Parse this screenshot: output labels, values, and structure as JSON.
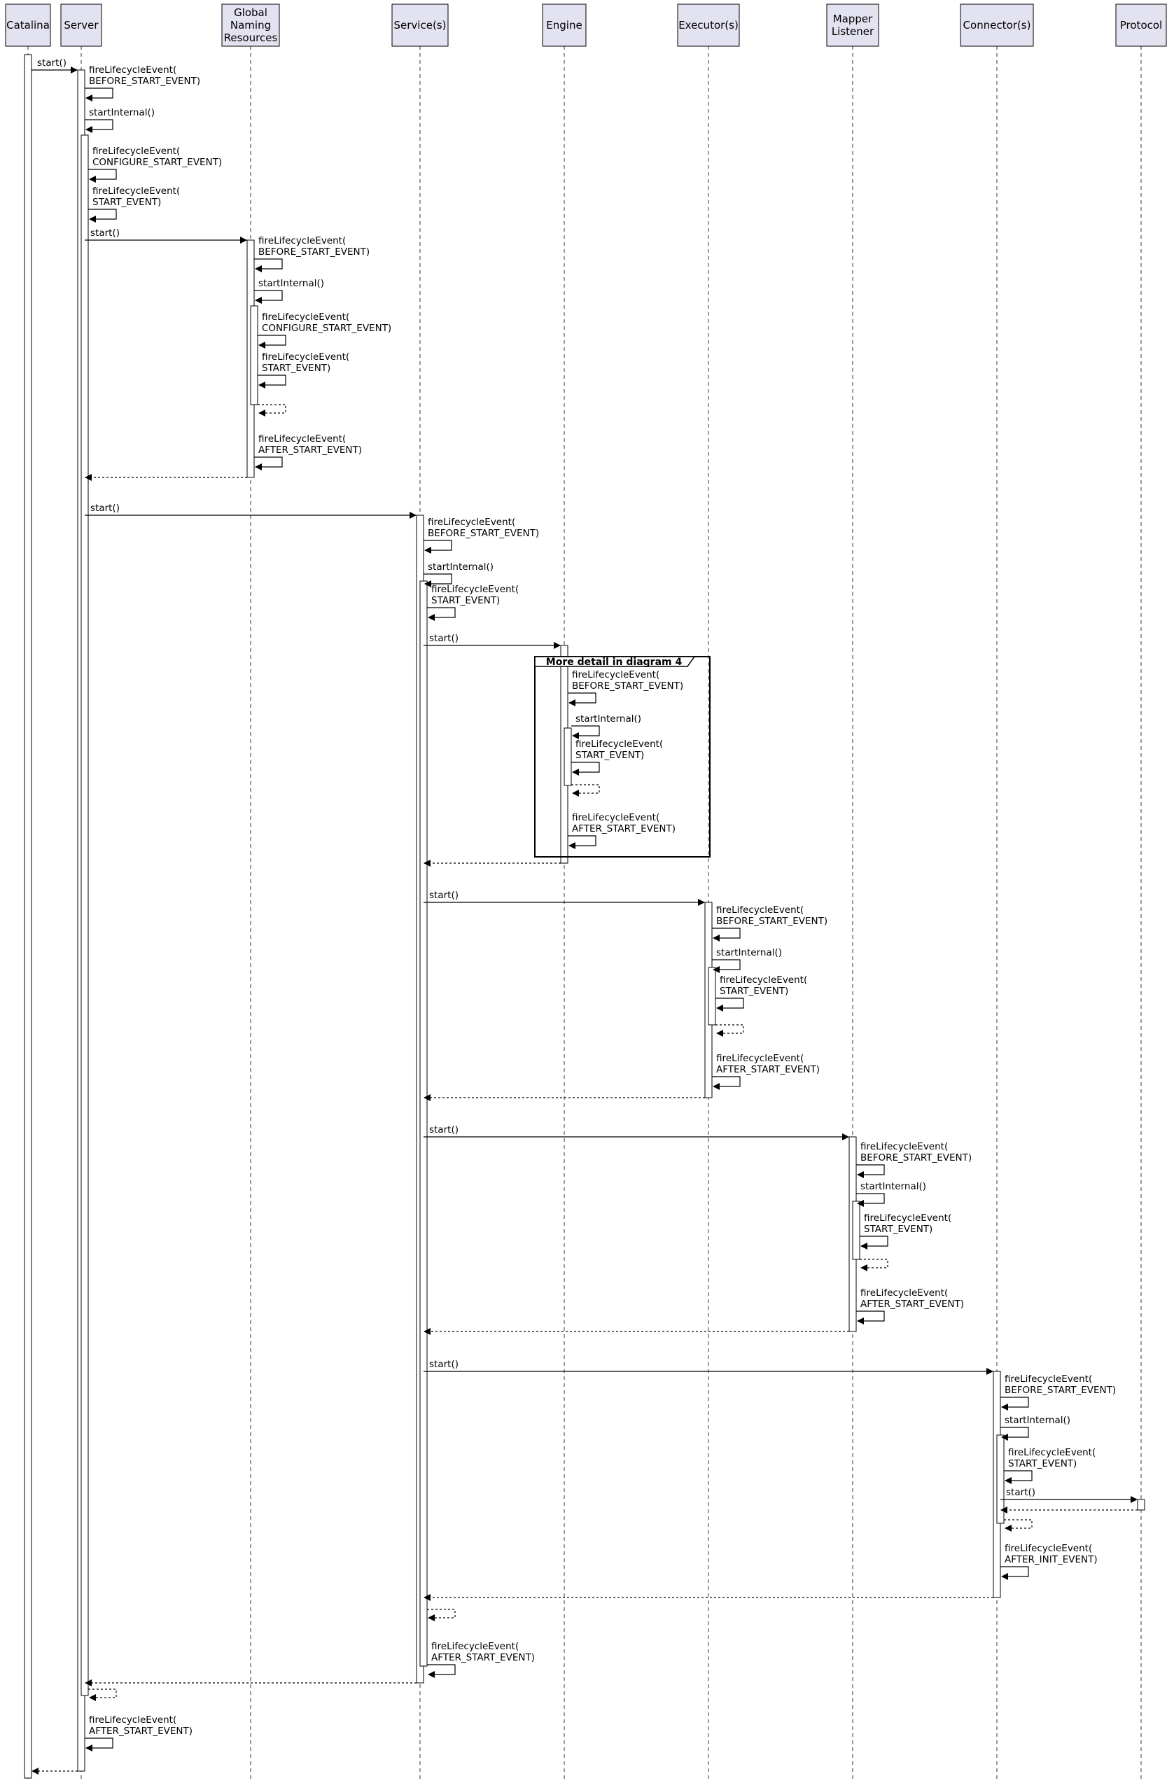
{
  "participants": [
    {
      "id": "catalina",
      "label": [
        "Catalina"
      ]
    },
    {
      "id": "server",
      "label": [
        "Server"
      ]
    },
    {
      "id": "gnr",
      "label": [
        "Global",
        "Naming",
        "Resources"
      ]
    },
    {
      "id": "service",
      "label": [
        "Service(s)"
      ]
    },
    {
      "id": "engine",
      "label": [
        "Engine"
      ]
    },
    {
      "id": "executor",
      "label": [
        "Executor(s)"
      ]
    },
    {
      "id": "mapper",
      "label": [
        "Mapper",
        "Listener"
      ]
    },
    {
      "id": "connector",
      "label": [
        "Connector(s)"
      ]
    },
    {
      "id": "protocol",
      "label": [
        "Protocol"
      ]
    }
  ],
  "group": {
    "title": "More detail in diagram 4"
  },
  "messages": [
    {
      "from": "catalina",
      "to": "server",
      "label": [
        "start()"
      ],
      "type": "call"
    },
    {
      "self": "server",
      "label": [
        "fireLifecycleEvent(",
        "    BEFORE_START_EVENT)"
      ]
    },
    {
      "self": "server",
      "label": [
        "startInternal()"
      ]
    },
    {
      "self": "server",
      "label": [
        "fireLifecycleEvent(",
        "    CONFIGURE_START_EVENT)"
      ]
    },
    {
      "self": "server",
      "label": [
        "fireLifecycleEvent(",
        "    START_EVENT)"
      ]
    },
    {
      "from": "server",
      "to": "gnr",
      "label": [
        "start()"
      ],
      "type": "call"
    },
    {
      "self": "gnr",
      "label": [
        "fireLifecycleEvent(",
        "    BEFORE_START_EVENT)"
      ]
    },
    {
      "self": "gnr",
      "label": [
        "startInternal()"
      ]
    },
    {
      "self": "gnr",
      "label": [
        "fireLifecycleEvent(",
        "    CONFIGURE_START_EVENT)"
      ]
    },
    {
      "self": "gnr",
      "label": [
        "fireLifecycleEvent(",
        "    START_EVENT)"
      ]
    },
    {
      "self": "gnr",
      "label": [],
      "type": "return"
    },
    {
      "self": "gnr",
      "label": [
        "fireLifecycleEvent(",
        "    AFTER_START_EVENT)"
      ]
    },
    {
      "from": "gnr",
      "to": "server",
      "label": [],
      "type": "return"
    },
    {
      "from": "server",
      "to": "service",
      "label": [
        "start()"
      ],
      "type": "call"
    },
    {
      "self": "service",
      "label": [
        "fireLifecycleEvent(",
        "    BEFORE_START_EVENT)"
      ]
    },
    {
      "self": "service",
      "label": [
        "startInternal()"
      ]
    },
    {
      "self": "service",
      "label": [
        "fireLifecycleEvent(",
        "    START_EVENT)"
      ]
    },
    {
      "from": "service",
      "to": "engine",
      "label": [
        "start()"
      ],
      "type": "call"
    },
    {
      "self": "engine",
      "label": [
        "fireLifecycleEvent(",
        "    BEFORE_START_EVENT)"
      ]
    },
    {
      "self": "engine",
      "label": [
        "startInternal()"
      ]
    },
    {
      "self": "engine",
      "label": [
        "fireLifecycleEvent(",
        "    START_EVENT)"
      ]
    },
    {
      "self": "engine",
      "label": [],
      "type": "return"
    },
    {
      "self": "engine",
      "label": [
        "fireLifecycleEvent(",
        "    AFTER_START_EVENT)"
      ]
    },
    {
      "from": "engine",
      "to": "service",
      "label": [],
      "type": "return"
    },
    {
      "from": "service",
      "to": "executor",
      "label": [
        "start()"
      ],
      "type": "call"
    },
    {
      "self": "executor",
      "label": [
        "fireLifecycleEvent(",
        "    BEFORE_START_EVENT)"
      ]
    },
    {
      "self": "executor",
      "label": [
        "startInternal()"
      ]
    },
    {
      "self": "executor",
      "label": [
        "fireLifecycleEvent(",
        "    START_EVENT)"
      ]
    },
    {
      "self": "executor",
      "label": [],
      "type": "return"
    },
    {
      "self": "executor",
      "label": [
        "fireLifecycleEvent(",
        "    AFTER_START_EVENT)"
      ]
    },
    {
      "from": "executor",
      "to": "service",
      "label": [],
      "type": "return"
    },
    {
      "from": "service",
      "to": "mapper",
      "label": [
        "start()"
      ],
      "type": "call"
    },
    {
      "self": "mapper",
      "label": [
        "fireLifecycleEvent(",
        "    BEFORE_START_EVENT)"
      ]
    },
    {
      "self": "mapper",
      "label": [
        "startInternal()"
      ]
    },
    {
      "self": "mapper",
      "label": [
        "fireLifecycleEvent(",
        "    START_EVENT)"
      ]
    },
    {
      "self": "mapper",
      "label": [],
      "type": "return"
    },
    {
      "self": "mapper",
      "label": [
        "fireLifecycleEvent(",
        "    AFTER_START_EVENT)"
      ]
    },
    {
      "from": "mapper",
      "to": "service",
      "label": [],
      "type": "return"
    },
    {
      "from": "service",
      "to": "connector",
      "label": [
        "start()"
      ],
      "type": "call"
    },
    {
      "self": "connector",
      "label": [
        "fireLifecycleEvent(",
        "    BEFORE_START_EVENT)"
      ]
    },
    {
      "self": "connector",
      "label": [
        "startInternal()"
      ]
    },
    {
      "self": "connector",
      "label": [
        "fireLifecycleEvent(",
        "    START_EVENT)"
      ]
    },
    {
      "from": "connector",
      "to": "protocol",
      "label": [
        "start()"
      ],
      "type": "call"
    },
    {
      "from": "protocol",
      "to": "connector",
      "label": [],
      "type": "return"
    },
    {
      "self": "connector",
      "label": [],
      "type": "return"
    },
    {
      "self": "connector",
      "label": [
        "fireLifecycleEvent(",
        "    AFTER_INIT_EVENT)"
      ]
    },
    {
      "from": "connector",
      "to": "service",
      "label": [],
      "type": "return"
    },
    {
      "self": "service",
      "label": [],
      "type": "return"
    },
    {
      "self": "service",
      "label": [
        "fireLifecycleEvent(",
        "    AFTER_START_EVENT)"
      ]
    },
    {
      "from": "service",
      "to": "server",
      "label": [],
      "type": "return"
    },
    {
      "self": "server",
      "label": [],
      "type": "return"
    },
    {
      "self": "server",
      "label": [
        "fireLifecycleEvent(",
        "    AFTER_START_EVENT)"
      ]
    },
    {
      "from": "server",
      "to": "catalina",
      "label": [],
      "type": "return"
    }
  ]
}
